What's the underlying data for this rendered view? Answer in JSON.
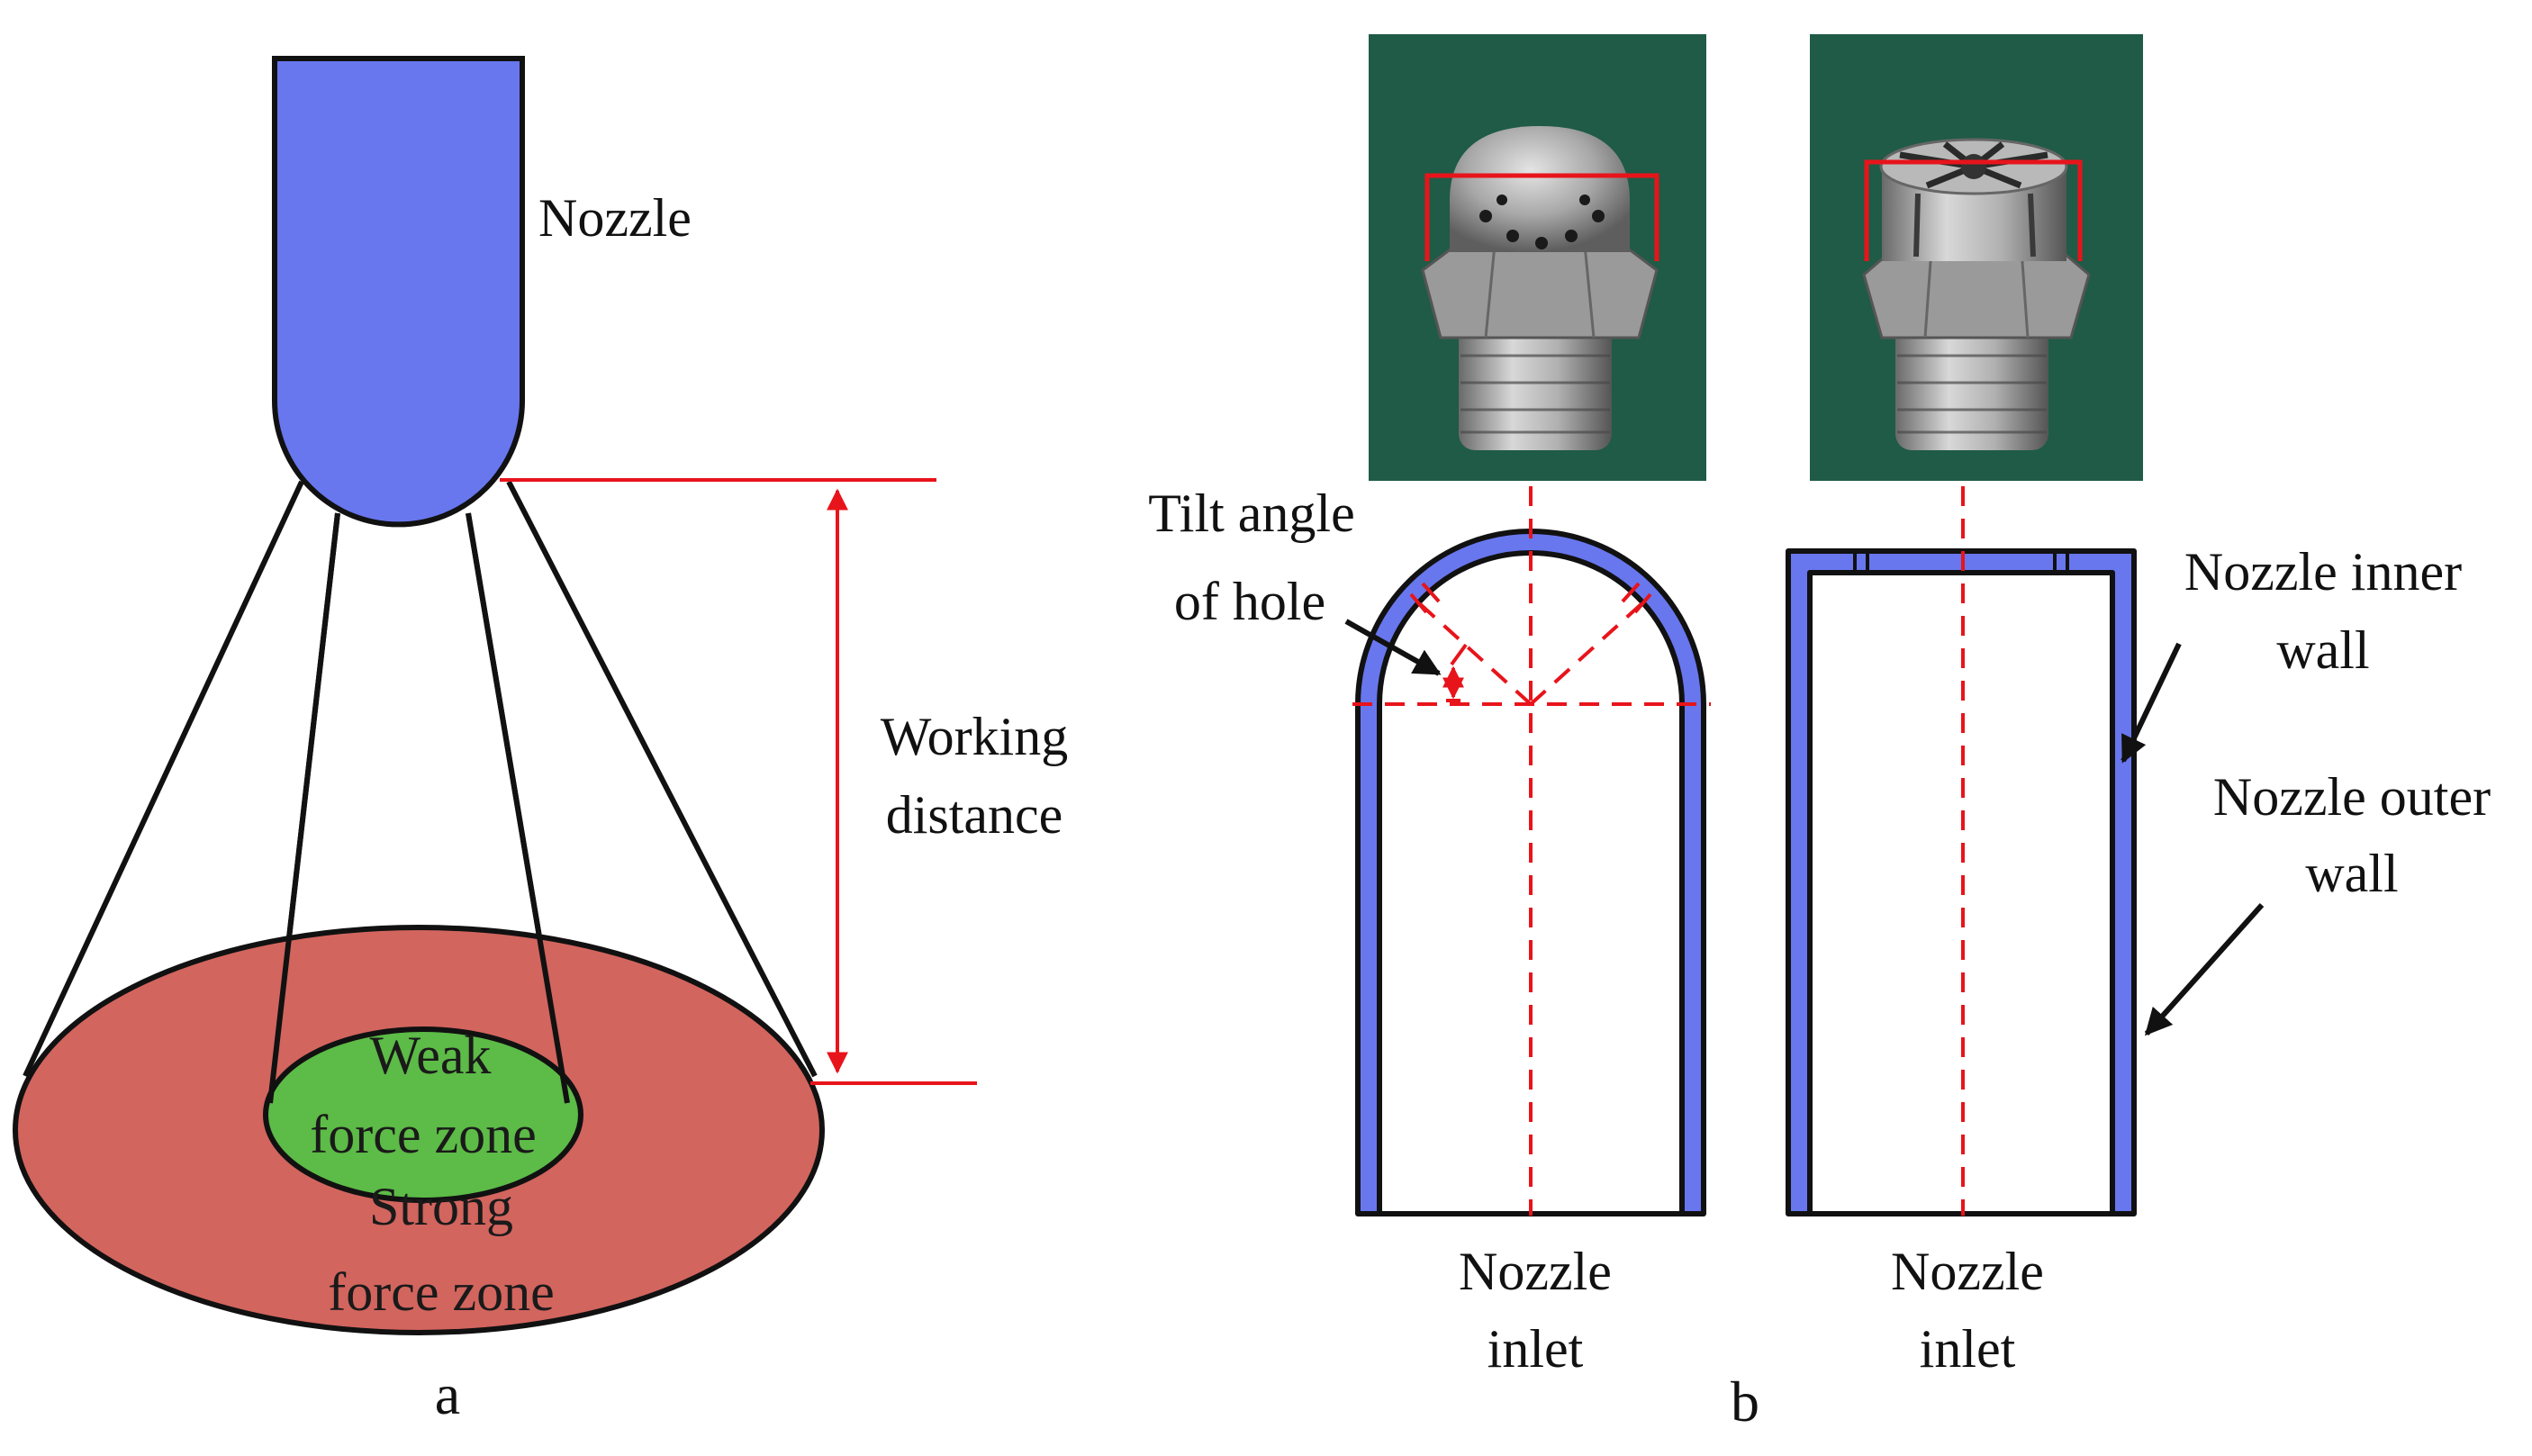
{
  "panel_a": {
    "letter": "a",
    "nozzle_label": "Nozzle",
    "working_distance": [
      "Working",
      "distance"
    ],
    "weak_zone": [
      "Weak",
      "force zone"
    ],
    "strong_zone": [
      "Strong",
      "force zone"
    ]
  },
  "panel_b": {
    "letter": "b",
    "tilt_angle": [
      "Tilt angle",
      "of hole"
    ],
    "inner_wall": [
      "Nozzle inner",
      "wall"
    ],
    "outer_wall": [
      "Nozzle outer",
      "wall"
    ],
    "inlet_left": [
      "Nozzle",
      "inlet"
    ],
    "inlet_right": [
      "Nozzle",
      "inlet"
    ]
  },
  "colors": {
    "nozzle_fill": "#6877EE",
    "strong_zone": "#D2655E",
    "weak_zone": "#5DBB47",
    "annotation_red": "#E8141B",
    "photo_background": "#1F5B46"
  }
}
